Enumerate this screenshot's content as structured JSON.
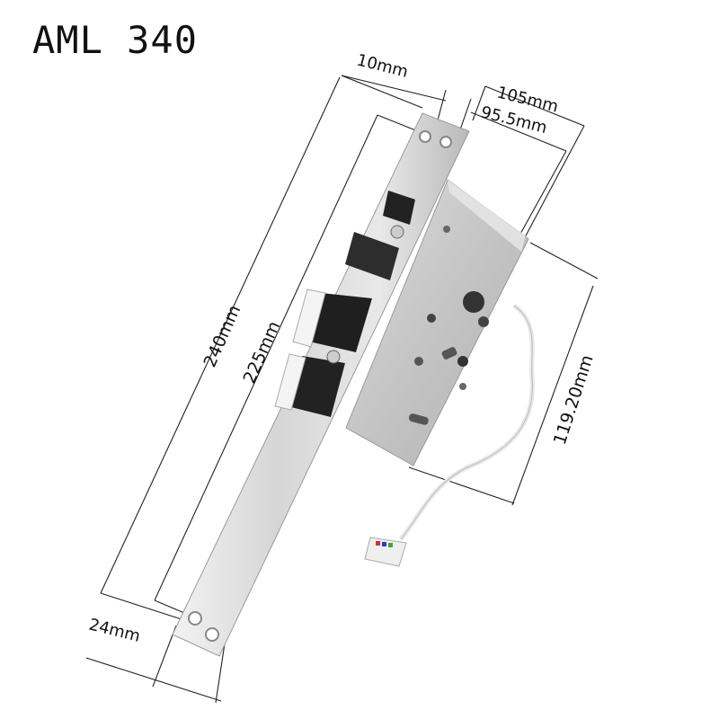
{
  "title": "AML 340",
  "dimensions": {
    "faceplate_width_top": "10mm",
    "case_length": "105mm",
    "case_length_inner": "95.5mm",
    "overall_length": "240mm",
    "inner_length": "225mm",
    "case_height": "119.20mm",
    "faceplate_width": "24mm"
  },
  "colors": {
    "background": "#ffffff",
    "dimension_line": "#222222",
    "steel": "#c9c9c9"
  }
}
